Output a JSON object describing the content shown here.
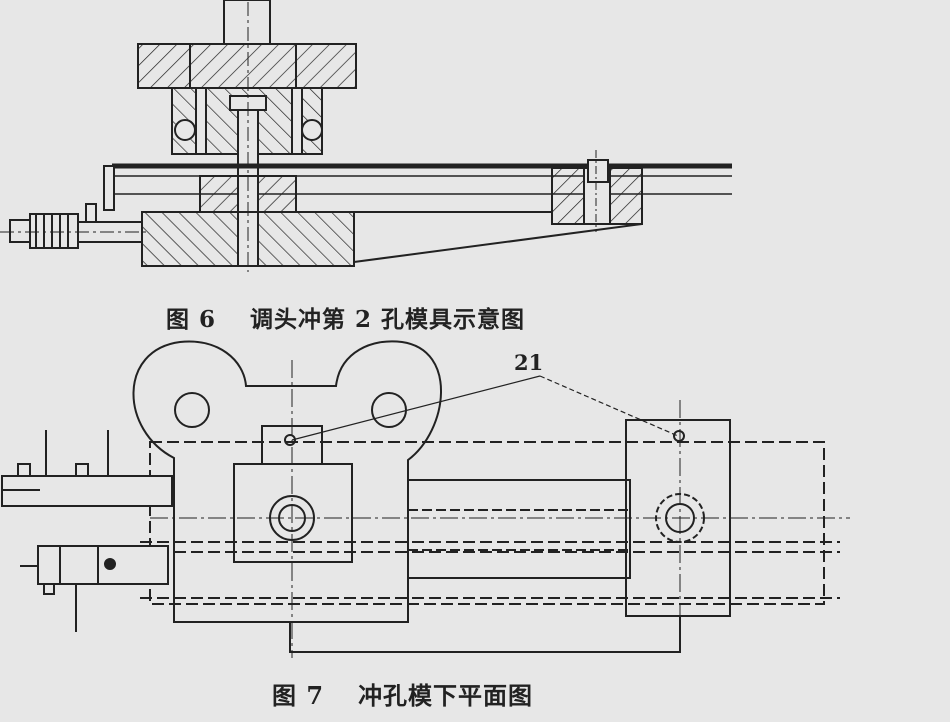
{
  "figure6": {
    "number": "图 6",
    "title": "调头冲第 2 孔模具示意图"
  },
  "figure7": {
    "number": "图 7",
    "title": "冲孔模下平面图"
  },
  "callout": "21",
  "colors": {
    "background": "#e7e7e7",
    "ink": "#222222"
  }
}
